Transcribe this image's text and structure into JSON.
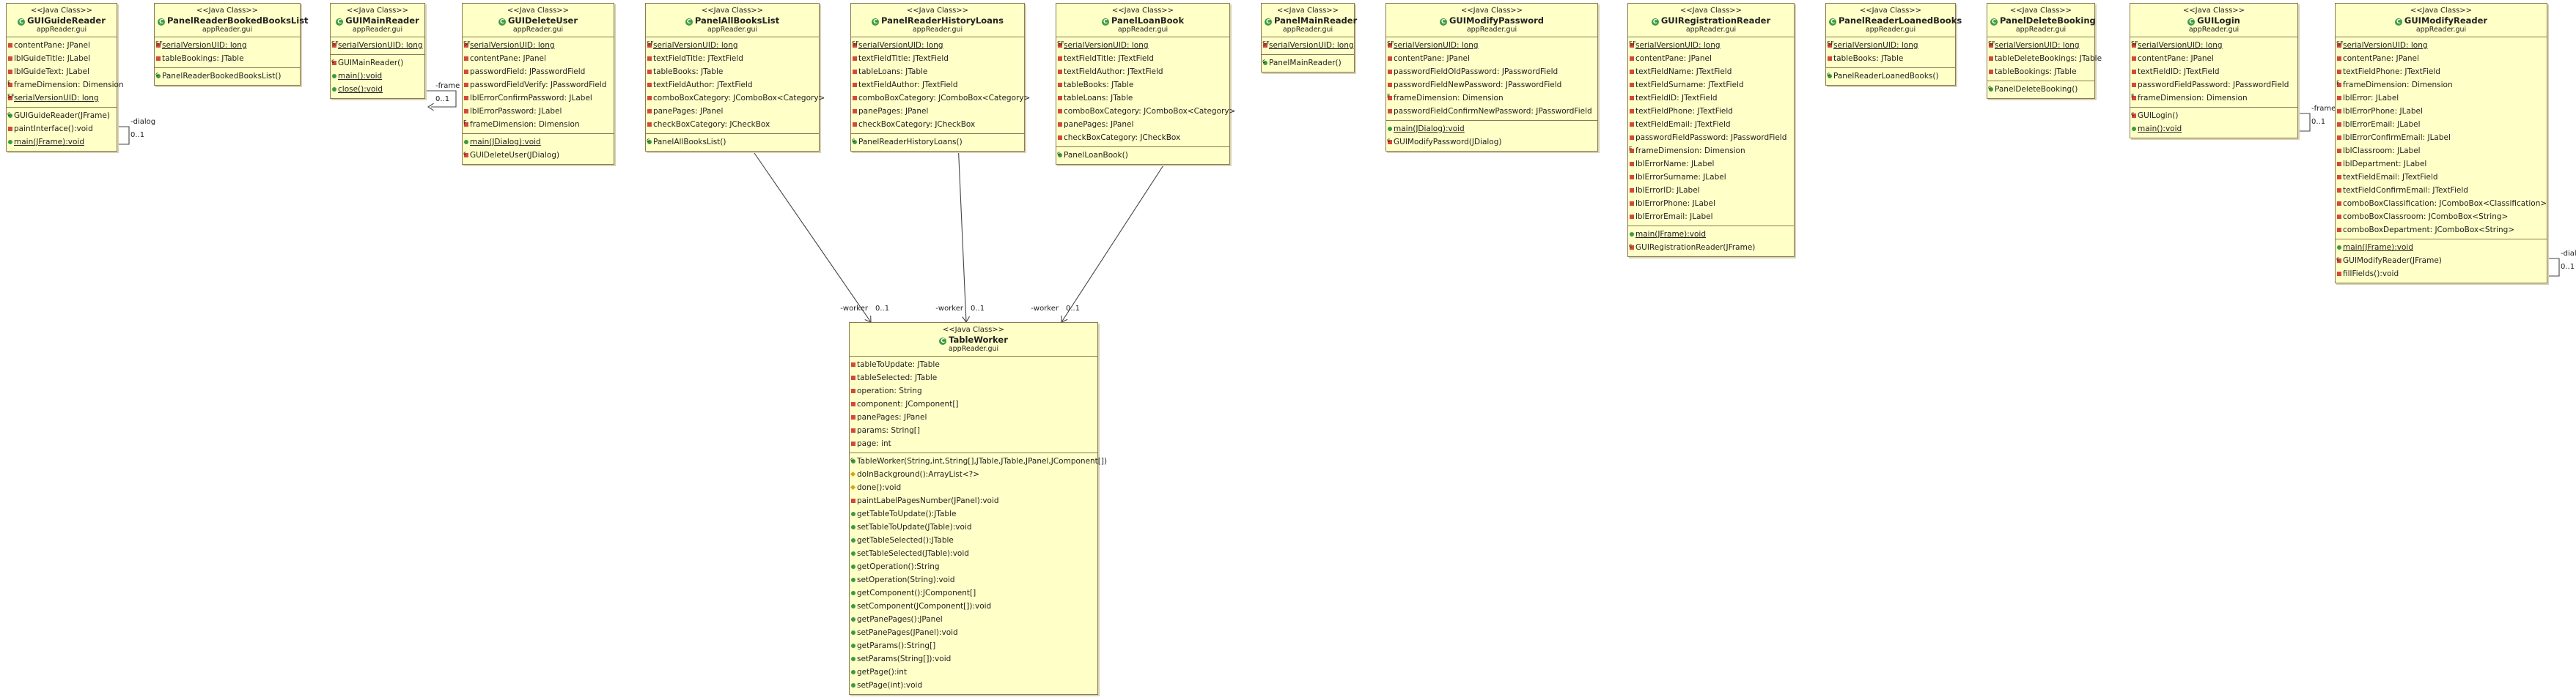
{
  "stereotype": "<<Java Class>>",
  "package": "appReader.gui",
  "classes": [
    {
      "name": "GUIGuideReader",
      "attributes": [
        [
          "private",
          "contentPane: JPanel",
          ""
        ],
        [
          "private",
          "lblGuideTitle: JLabel",
          ""
        ],
        [
          "private",
          "lblGuideText: JLabel",
          ""
        ],
        [
          "private",
          "frameDimension: Dimension",
          "F"
        ],
        [
          "private",
          "serialVersionUID: long",
          "SF"
        ]
      ],
      "methods": [
        [
          "public",
          "GUIGuideReader(JFrame)",
          "C"
        ],
        [
          "private",
          "paintInterface():void",
          ""
        ],
        [
          "public",
          "main(JFrame):void",
          "S"
        ]
      ]
    },
    {
      "name": "PanelReaderBookedBooksList",
      "attributes": [
        [
          "private",
          "serialVersionUID: long",
          "SF"
        ],
        [
          "private",
          "tableBookings: JTable",
          ""
        ]
      ],
      "methods": [
        [
          "public",
          "PanelReaderBookedBooksList()",
          "C"
        ]
      ]
    },
    {
      "name": "GUIMainReader",
      "attributes": [
        [
          "private",
          "serialVersionUID: long",
          "SF"
        ]
      ],
      "methods": [
        [
          "private",
          "GUIMainReader()",
          "C"
        ],
        [
          "public",
          "main():void",
          "S"
        ],
        [
          "public",
          "close():void",
          "S"
        ]
      ]
    },
    {
      "name": "GUIDeleteUser",
      "attributes": [
        [
          "private",
          "serialVersionUID: long",
          "SF"
        ],
        [
          "private",
          "contentPane: JPanel",
          ""
        ],
        [
          "private",
          "passwordField: JPasswordField",
          ""
        ],
        [
          "private",
          "passwordFieldVerify: JPasswordField",
          ""
        ],
        [
          "private",
          "lblErrorConfirmPassword: JLabel",
          ""
        ],
        [
          "private",
          "lblErrorPassword: JLabel",
          ""
        ],
        [
          "private",
          "frameDimension: Dimension",
          "F"
        ]
      ],
      "methods": [
        [
          "public",
          "main(JDialog):void",
          "S"
        ],
        [
          "private",
          "GUIDeleteUser(JDialog)",
          "C"
        ]
      ]
    },
    {
      "name": "PanelAllBooksList",
      "attributes": [
        [
          "private",
          "serialVersionUID: long",
          "SF"
        ],
        [
          "private",
          "textFieldTitle: JTextField",
          ""
        ],
        [
          "private",
          "tableBooks: JTable",
          ""
        ],
        [
          "private",
          "textFieldAuthor: JTextField",
          ""
        ],
        [
          "private",
          "comboBoxCategory: JComboBox<Category>",
          ""
        ],
        [
          "private",
          "panePages: JPanel",
          ""
        ],
        [
          "private",
          "checkBoxCategory: JCheckBox",
          ""
        ]
      ],
      "methods": [
        [
          "public",
          "PanelAllBooksList()",
          "C"
        ]
      ]
    },
    {
      "name": "PanelReaderHistoryLoans",
      "attributes": [
        [
          "private",
          "serialVersionUID: long",
          "SF"
        ],
        [
          "private",
          "textFieldTitle: JTextField",
          ""
        ],
        [
          "private",
          "tableLoans: JTable",
          ""
        ],
        [
          "private",
          "textFieldAuthor: JTextField",
          ""
        ],
        [
          "private",
          "comboBoxCategory: JComboBox<Category>",
          ""
        ],
        [
          "private",
          "panePages: JPanel",
          ""
        ],
        [
          "private",
          "checkBoxCategory: JCheckBox",
          ""
        ]
      ],
      "methods": [
        [
          "public",
          "PanelReaderHistoryLoans()",
          "C"
        ]
      ]
    },
    {
      "name": "PanelLoanBook",
      "attributes": [
        [
          "private",
          "serialVersionUID: long",
          "SF"
        ],
        [
          "private",
          "textFieldTitle: JTextField",
          ""
        ],
        [
          "private",
          "textFieldAuthor: JTextField",
          ""
        ],
        [
          "private",
          "tableBooks: JTable",
          ""
        ],
        [
          "private",
          "tableLoans: JTable",
          ""
        ],
        [
          "private",
          "comboBoxCategory: JComboBox<Category>",
          ""
        ],
        [
          "private",
          "panePages: JPanel",
          ""
        ],
        [
          "private",
          "checkBoxCategory: JCheckBox",
          ""
        ]
      ],
      "methods": [
        [
          "public",
          "PanelLoanBook()",
          "C"
        ]
      ]
    },
    {
      "name": "PanelMainReader",
      "attributes": [
        [
          "private",
          "serialVersionUID: long",
          "SF"
        ]
      ],
      "methods": [
        [
          "public",
          "PanelMainReader()",
          "C"
        ]
      ]
    },
    {
      "name": "GUIModifyPassword",
      "attributes": [
        [
          "private",
          "serialVersionUID: long",
          "SF"
        ],
        [
          "private",
          "contentPane: JPanel",
          ""
        ],
        [
          "private",
          "passwordFieldOldPassword: JPasswordField",
          ""
        ],
        [
          "private",
          "passwordFieldNewPassword: JPasswordField",
          ""
        ],
        [
          "private",
          "frameDimension: Dimension",
          "F"
        ],
        [
          "private",
          "passwordFieldConfirmNewPassword: JPasswordField",
          ""
        ]
      ],
      "methods": [
        [
          "public",
          "main(JDialog):void",
          "S"
        ],
        [
          "private",
          "GUIModifyPassword(JDialog)",
          "C"
        ]
      ]
    },
    {
      "name": "GUIRegistrationReader",
      "attributes": [
        [
          "private",
          "serialVersionUID: long",
          "SF"
        ],
        [
          "private",
          "contentPane: JPanel",
          ""
        ],
        [
          "private",
          "textFieldName: JTextField",
          ""
        ],
        [
          "private",
          "textFieldSurname: JTextField",
          ""
        ],
        [
          "private",
          "textFieldID: JTextField",
          ""
        ],
        [
          "private",
          "textFieldPhone: JTextField",
          ""
        ],
        [
          "private",
          "textFieldEmail: JTextField",
          ""
        ],
        [
          "private",
          "passwordFieldPassword: JPasswordField",
          ""
        ],
        [
          "private",
          "frameDimension: Dimension",
          "F"
        ],
        [
          "private",
          "lblErrorName: JLabel",
          ""
        ],
        [
          "private",
          "lblErrorSurname: JLabel",
          ""
        ],
        [
          "private",
          "lblErrorID: JLabel",
          ""
        ],
        [
          "private",
          "lblErrorPhone: JLabel",
          ""
        ],
        [
          "private",
          "lblErrorEmail: JLabel",
          ""
        ]
      ],
      "methods": [
        [
          "public",
          "main(JFrame):void",
          "S"
        ],
        [
          "private",
          "GUIRegistrationReader(JFrame)",
          "C"
        ]
      ]
    },
    {
      "name": "PanelReaderLoanedBooks",
      "attributes": [
        [
          "private",
          "serialVersionUID: long",
          "SF"
        ],
        [
          "private",
          "tableBooks: JTable",
          ""
        ]
      ],
      "methods": [
        [
          "public",
          "PanelReaderLoanedBooks()",
          "C"
        ]
      ]
    },
    {
      "name": "PanelDeleteBooking",
      "attributes": [
        [
          "private",
          "serialVersionUID: long",
          "SF"
        ],
        [
          "private",
          "tableDeleteBookings: JTable",
          ""
        ],
        [
          "private",
          "tableBookings: JTable",
          ""
        ]
      ],
      "methods": [
        [
          "public",
          "PanelDeleteBooking()",
          "C"
        ]
      ]
    },
    {
      "name": "GUILogin",
      "attributes": [
        [
          "private",
          "serialVersionUID: long",
          "SF"
        ],
        [
          "private",
          "contentPane: JPanel",
          ""
        ],
        [
          "private",
          "textFieldID: JTextField",
          ""
        ],
        [
          "private",
          "passwordFieldPassword: JPasswordField",
          ""
        ],
        [
          "private",
          "frameDimension: Dimension",
          "F"
        ]
      ],
      "methods": [
        [
          "private",
          "GUILogin()",
          "C"
        ],
        [
          "public",
          "main():void",
          "S"
        ]
      ]
    },
    {
      "name": "GUIModifyReader",
      "attributes": [
        [
          "private",
          "serialVersionUID: long",
          "SF"
        ],
        [
          "private",
          "contentPane: JPanel",
          ""
        ],
        [
          "private",
          "textFieldPhone: JTextField",
          ""
        ],
        [
          "private",
          "frameDimension: Dimension",
          "F"
        ],
        [
          "private",
          "lblError: JLabel",
          ""
        ],
        [
          "private",
          "lblErrorPhone: JLabel",
          ""
        ],
        [
          "private",
          "lblErrorEmail: JLabel",
          ""
        ],
        [
          "private",
          "lblErrorConfirmEmail: JLabel",
          ""
        ],
        [
          "private",
          "lblClassroom: JLabel",
          ""
        ],
        [
          "private",
          "lblDepartment: JLabel",
          ""
        ],
        [
          "private",
          "textFieldEmail: JTextField",
          ""
        ],
        [
          "private",
          "textFieldConfirmEmail: JTextField",
          ""
        ],
        [
          "private",
          "comboBoxClassification: JComboBox<Classification>",
          ""
        ],
        [
          "private",
          "comboBoxClassroom: JComboBox<String>",
          ""
        ],
        [
          "private",
          "comboBoxDepartment: JComboBox<String>",
          ""
        ]
      ],
      "methods": [
        [
          "public",
          "main(JFrame):void",
          "S"
        ],
        [
          "private",
          "GUIModifyReader(JFrame)",
          "C"
        ],
        [
          "private",
          "fillFields():void",
          ""
        ]
      ]
    },
    {
      "name": "TableWorker",
      "attributes": [
        [
          "private",
          "tableToUpdate: JTable",
          ""
        ],
        [
          "private",
          "tableSelected: JTable",
          ""
        ],
        [
          "private",
          "operation: String",
          ""
        ],
        [
          "private",
          "component: JComponent[]",
          ""
        ],
        [
          "private",
          "panePages: JPanel",
          ""
        ],
        [
          "private",
          "params: String[]",
          ""
        ],
        [
          "private",
          "page: int",
          ""
        ]
      ],
      "methods": [
        [
          "public",
          "TableWorker(String,int,String[],JTable,JTable,JPanel,JComponent[])",
          "C"
        ],
        [
          "protected",
          "doInBackground():ArrayList<?>",
          ""
        ],
        [
          "protected",
          "done():void",
          ""
        ],
        [
          "private",
          "paintLabelPagesNumber(JPanel):void",
          ""
        ],
        [
          "public",
          "getTableToUpdate():JTable",
          ""
        ],
        [
          "public",
          "setTableToUpdate(JTable):void",
          ""
        ],
        [
          "public",
          "getTableSelected():JTable",
          ""
        ],
        [
          "public",
          "setTableSelected(JTable):void",
          ""
        ],
        [
          "public",
          "getOperation():String",
          ""
        ],
        [
          "public",
          "setOperation(String):void",
          ""
        ],
        [
          "public",
          "getComponent():JComponent[]",
          ""
        ],
        [
          "public",
          "setComponent(JComponent[]):void",
          ""
        ],
        [
          "public",
          "getPanePages():JPanel",
          ""
        ],
        [
          "public",
          "setPanePages(JPanel):void",
          ""
        ],
        [
          "public",
          "getParams():String[]",
          ""
        ],
        [
          "public",
          "setParams(String[]):void",
          ""
        ],
        [
          "public",
          "getPage():int",
          ""
        ],
        [
          "public",
          "setPage(int):void",
          ""
        ]
      ]
    }
  ],
  "links": [
    {
      "role": "-dialog",
      "multiplicity": "0..1"
    },
    {
      "role": "-frame",
      "multiplicity": "0..1"
    },
    {
      "role": "-frame",
      "multiplicity": "0..1"
    },
    {
      "role": "-dialog",
      "multiplicity": "0..1"
    },
    {
      "role": "-worker",
      "multiplicity": "0..1"
    },
    {
      "role": "-worker",
      "multiplicity": "0..1"
    },
    {
      "role": "-worker",
      "multiplicity": "0..1"
    }
  ]
}
